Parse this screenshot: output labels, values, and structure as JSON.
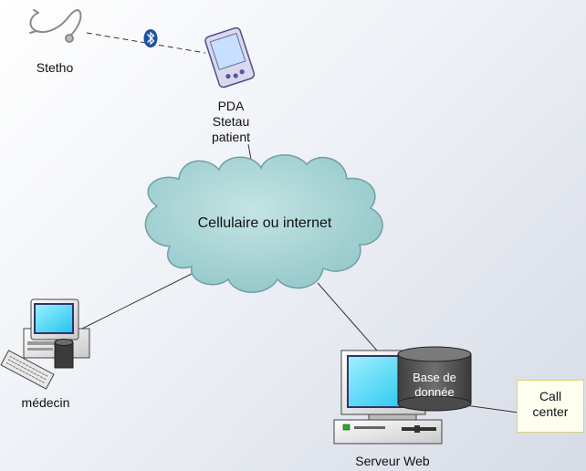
{
  "diagram": {
    "nodes": {
      "stetho": {
        "label": "Stetho"
      },
      "pda": {
        "label_lines": [
          "PDA",
          "Stetau",
          "patient"
        ]
      },
      "cloud": {
        "label": "Cellulaire ou internet"
      },
      "medecin": {
        "label": "médecin"
      },
      "database": {
        "label_lines": [
          "Base de",
          "donnée"
        ]
      },
      "server": {
        "label": "Serveur Web"
      },
      "callcenter": {
        "label_lines": [
          "Call",
          "center"
        ]
      }
    },
    "edges": [
      {
        "from": "stetho",
        "to": "pda",
        "style": "dashed",
        "icon": "bluetooth-icon"
      },
      {
        "from": "pda",
        "to": "cloud",
        "style": "solid"
      },
      {
        "from": "cloud",
        "to": "medecin",
        "style": "solid"
      },
      {
        "from": "cloud",
        "to": "server",
        "style": "solid"
      },
      {
        "from": "database",
        "to": "callcenter",
        "style": "solid"
      }
    ],
    "colors": {
      "cloud_fill": "#a9d5d6",
      "cloud_stroke": "#6f9fa6",
      "screen": "#2fd0f2",
      "bluetooth": "#1f4fa0",
      "database": "#555555"
    }
  }
}
